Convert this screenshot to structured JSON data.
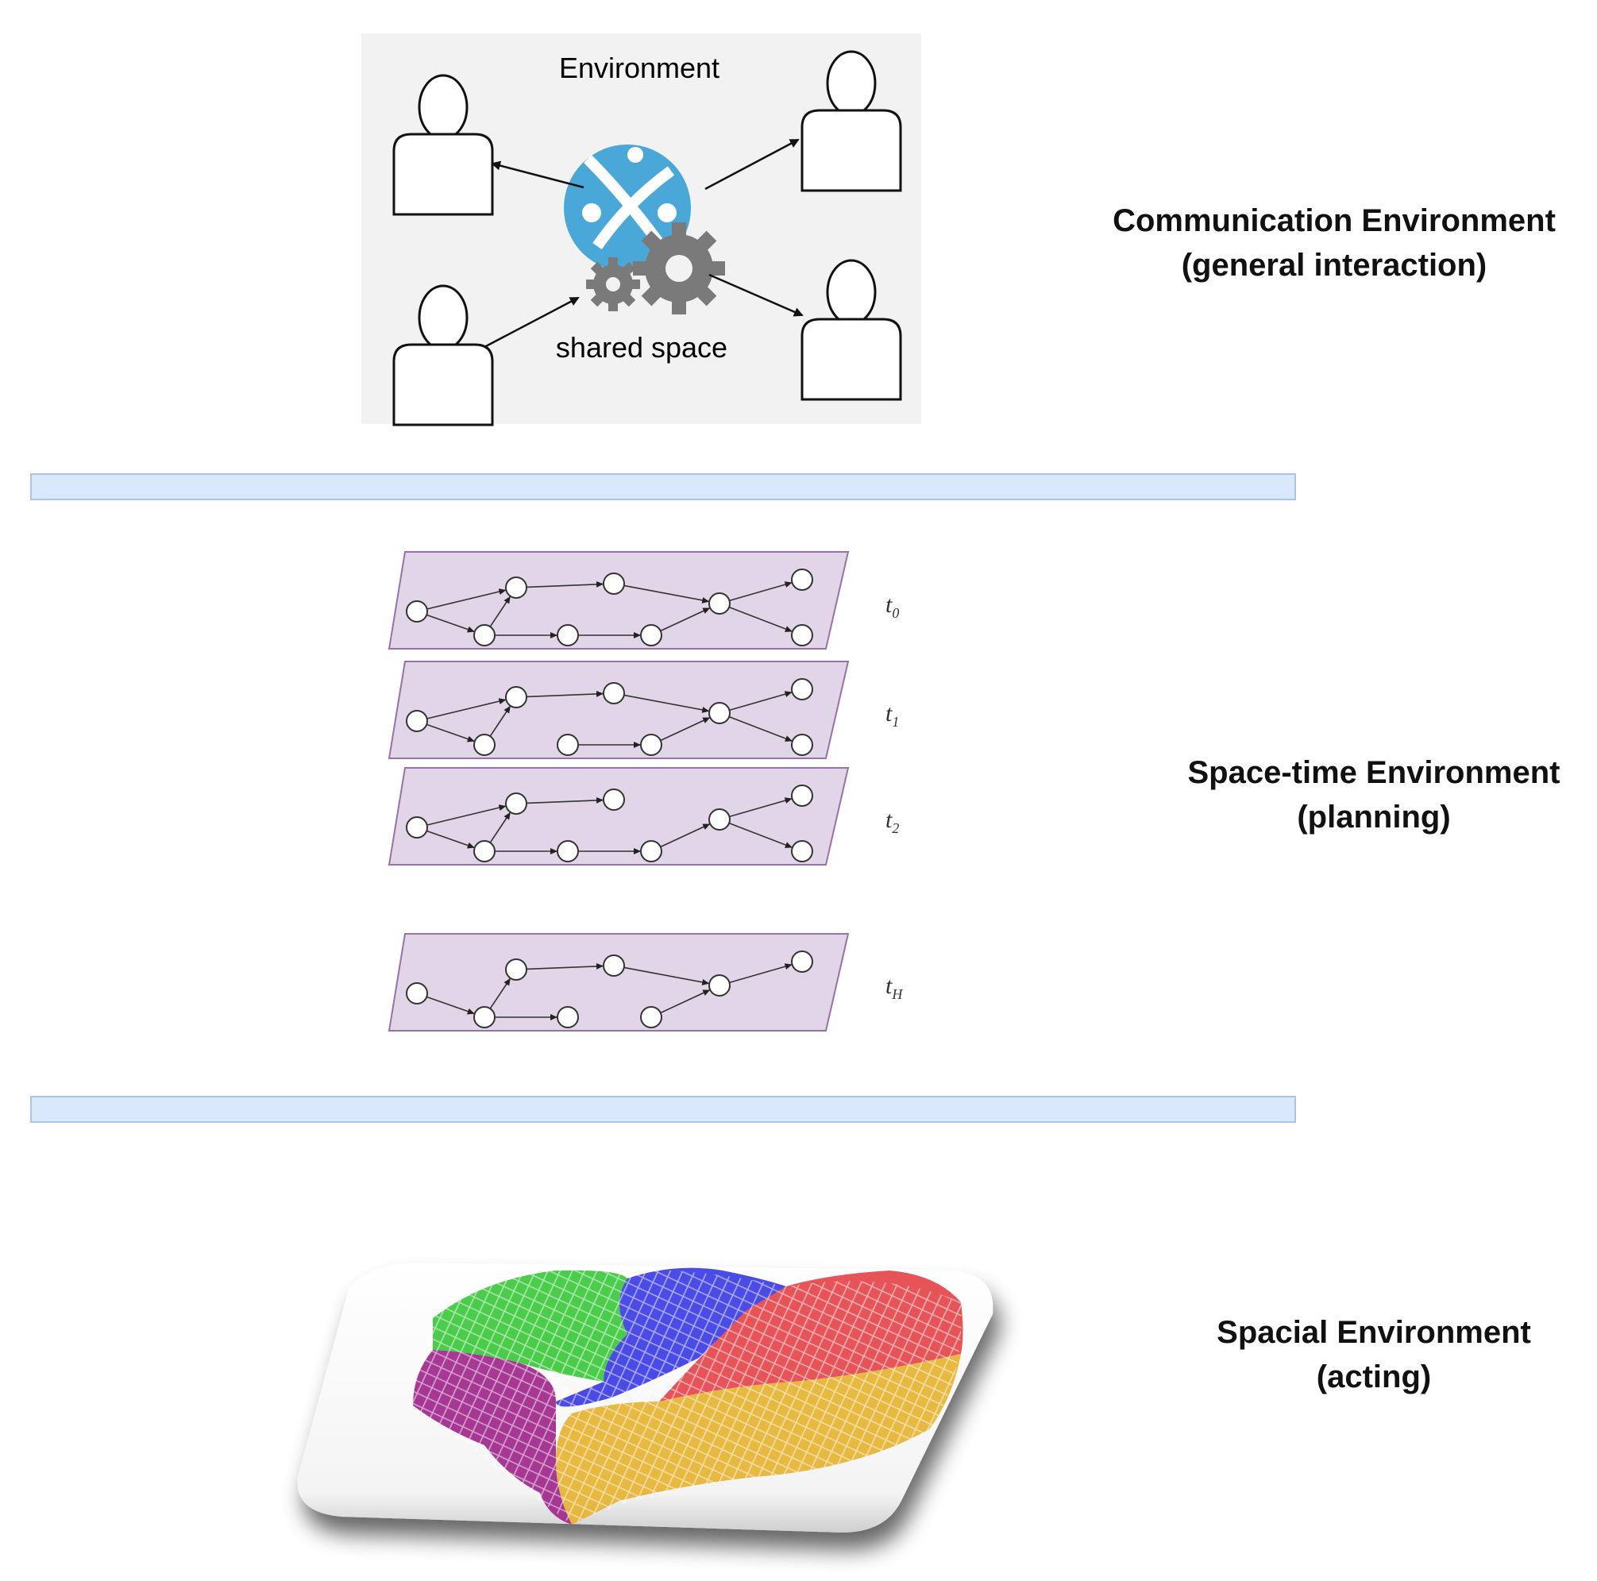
{
  "communication": {
    "box_title": "Environment",
    "center_caption": "shared space",
    "layer_title_line1": "Communication Environment",
    "layer_title_line2": "(general interaction)"
  },
  "spacetime": {
    "layer_title_line1": "Space-time Environment",
    "layer_title_line2": "(planning)",
    "slices": [
      {
        "label_base": "t",
        "label_sub": "0"
      },
      {
        "label_base": "t",
        "label_sub": "1"
      },
      {
        "label_base": "t",
        "label_sub": "2"
      },
      {
        "label_base": "t",
        "label_sub": "H"
      }
    ]
  },
  "spatial": {
    "layer_title_line1": "Spacial Environment",
    "layer_title_line2": "(acting)"
  },
  "colors": {
    "separator_fill": "#dae8fc",
    "separator_border": "#a9c4eb",
    "slice_fill": "#e1d5e7",
    "slice_border": "#9673a6",
    "globe": "#4aa8d8",
    "gear": "#7a7a7a",
    "map_green": "#3cc83c",
    "map_blue": "#3c3ce6",
    "map_red": "#e6464b",
    "map_orange": "#e6b432",
    "map_purple": "#a0288c"
  }
}
